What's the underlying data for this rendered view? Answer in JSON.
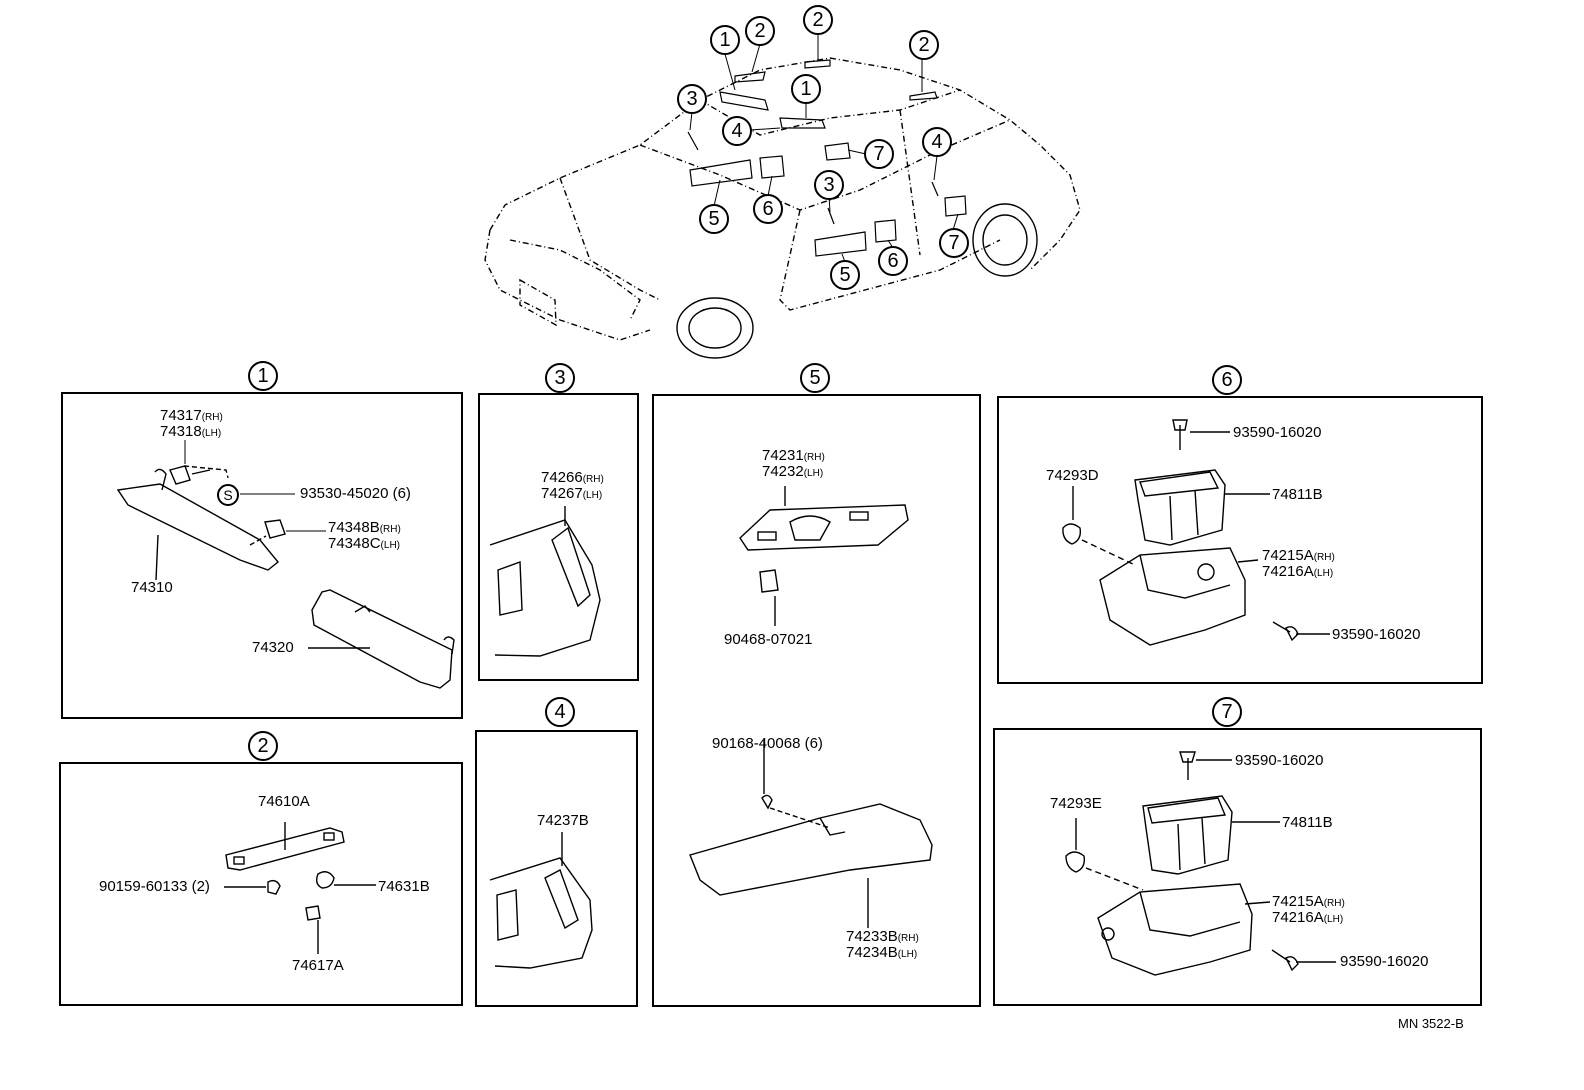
{
  "overview": {
    "callouts": [
      "1",
      "1",
      "2",
      "2",
      "2",
      "3",
      "3",
      "4",
      "4",
      "5",
      "5",
      "6",
      "6",
      "7",
      "7"
    ]
  },
  "sections": [
    {
      "num": "1",
      "parts": [
        {
          "id": "p1a",
          "code": "74317",
          "suffix": "(RH)"
        },
        {
          "id": "p1b",
          "code": "74318",
          "suffix": "(LH)"
        },
        {
          "id": "p1c",
          "code": "93530-45020 (6)",
          "suffix": ""
        },
        {
          "id": "p1d",
          "code": "74348B",
          "suffix": "(RH)"
        },
        {
          "id": "p1e",
          "code": "74348C",
          "suffix": "(LH)"
        },
        {
          "id": "p1f",
          "code": "74310",
          "suffix": ""
        },
        {
          "id": "p1g",
          "code": "74320",
          "suffix": ""
        }
      ],
      "symbol": "S"
    },
    {
      "num": "2",
      "parts": [
        {
          "id": "p2a",
          "code": "74610A",
          "suffix": ""
        },
        {
          "id": "p2b",
          "code": "90159-60133 (2)",
          "suffix": ""
        },
        {
          "id": "p2c",
          "code": "74631B",
          "suffix": ""
        },
        {
          "id": "p2d",
          "code": "74617A",
          "suffix": ""
        }
      ]
    },
    {
      "num": "3",
      "parts": [
        {
          "id": "p3a",
          "code": "74266",
          "suffix": "(RH)"
        },
        {
          "id": "p3b",
          "code": "74267",
          "suffix": "(LH)"
        }
      ]
    },
    {
      "num": "4",
      "parts": [
        {
          "id": "p4a",
          "code": "74237B",
          "suffix": ""
        }
      ]
    },
    {
      "num": "5",
      "parts": [
        {
          "id": "p5a",
          "code": "74231",
          "suffix": "(RH)"
        },
        {
          "id": "p5b",
          "code": "74232",
          "suffix": "(LH)"
        },
        {
          "id": "p5c",
          "code": "90468-07021",
          "suffix": ""
        },
        {
          "id": "p5d",
          "code": "90168-40068 (6)",
          "suffix": ""
        },
        {
          "id": "p5e",
          "code": "74233B",
          "suffix": "(RH)"
        },
        {
          "id": "p5f",
          "code": "74234B",
          "suffix": "(LH)"
        }
      ]
    },
    {
      "num": "6",
      "parts": [
        {
          "id": "p6a",
          "code": "93590-16020",
          "suffix": ""
        },
        {
          "id": "p6b",
          "code": "74293D",
          "suffix": ""
        },
        {
          "id": "p6c",
          "code": "74811B",
          "suffix": ""
        },
        {
          "id": "p6d",
          "code": "74215A",
          "suffix": "(RH)"
        },
        {
          "id": "p6e",
          "code": "74216A",
          "suffix": "(LH)"
        },
        {
          "id": "p6f",
          "code": "93590-16020",
          "suffix": ""
        }
      ]
    },
    {
      "num": "7",
      "parts": [
        {
          "id": "p7a",
          "code": "93590-16020",
          "suffix": ""
        },
        {
          "id": "p7b",
          "code": "74293E",
          "suffix": ""
        },
        {
          "id": "p7c",
          "code": "74811B",
          "suffix": ""
        },
        {
          "id": "p7d",
          "code": "74215A",
          "suffix": "(RH)"
        },
        {
          "id": "p7e",
          "code": "74216A",
          "suffix": "(LH)"
        },
        {
          "id": "p7f",
          "code": "93590-16020",
          "suffix": ""
        }
      ]
    }
  ],
  "footer": {
    "drawing_code": "MN 3522-B"
  }
}
